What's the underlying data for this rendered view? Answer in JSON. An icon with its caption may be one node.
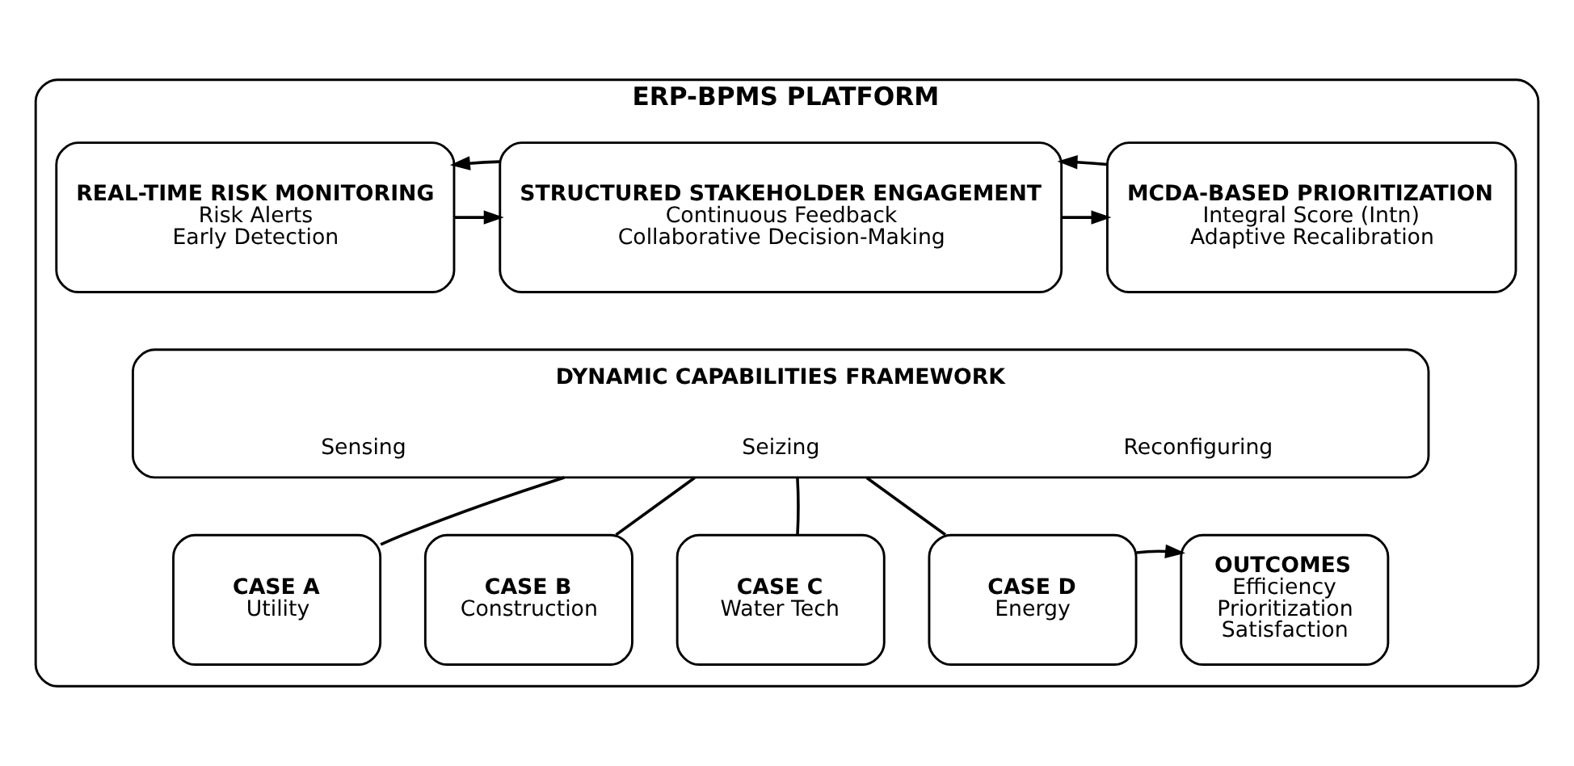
{
  "diagram": {
    "nodes": [
      {
        "text": [
          "ERP-BPMS PLATFORM"
        ]
      },
      {
        "text": [
          "REAL-TIME RISK MONITORING",
          "Risk Alerts",
          "Early Detection"
        ],
        "in": 0
      },
      {
        "text": [
          "STRUCTURED STAKEHOLDER ENGAGEMENT",
          "Continuous Feedback",
          "Collaborative Decision-Making"
        ],
        "in": 0
      },
      {
        "text": [
          "MCDA-BASED PRIORITIZATION",
          "Integral Score (Intn)",
          "Adaptive Recalibration"
        ],
        "in": 0
      },
      {
        "text": [
          "DYNAMIC CAPABILITIES FRAMEWORK",
          "Sensing",
          "Seizing",
          "Reconfiguring"
        ],
        "in": 0
      },
      {
        "text": [
          "CASE A",
          "Utility"
        ],
        "in": 0
      },
      {
        "text": [
          "CASE B",
          "Construction"
        ],
        "in": 0
      },
      {
        "text": [
          "CASE C",
          "Water Tech"
        ],
        "in": 0
      },
      {
        "text": [
          "CASE D",
          "Energy"
        ],
        "in": 0
      },
      {
        "text": [
          "OUTCOMES",
          "Efficiency",
          "Prioritization",
          "Satisfaction"
        ],
        "in": 0
      }
    ],
    "edges": [
      {
        "from": 1,
        "to": 2,
        "arrow": "to"
      },
      {
        "from": 2,
        "to": 1,
        "arrow": "to"
      },
      {
        "from": 2,
        "to": 3,
        "arrow": "to"
      },
      {
        "from": 3,
        "to": 2,
        "arrow": "to"
      },
      {
        "from": 4,
        "to": 5,
        "arrow": "none"
      },
      {
        "from": 4,
        "to": 6,
        "arrow": "none"
      },
      {
        "from": 4,
        "to": 7,
        "arrow": "none"
      },
      {
        "from": 4,
        "to": 8,
        "arrow": "none"
      },
      {
        "from": 8,
        "to": 9,
        "arrow": "to"
      }
    ]
  }
}
